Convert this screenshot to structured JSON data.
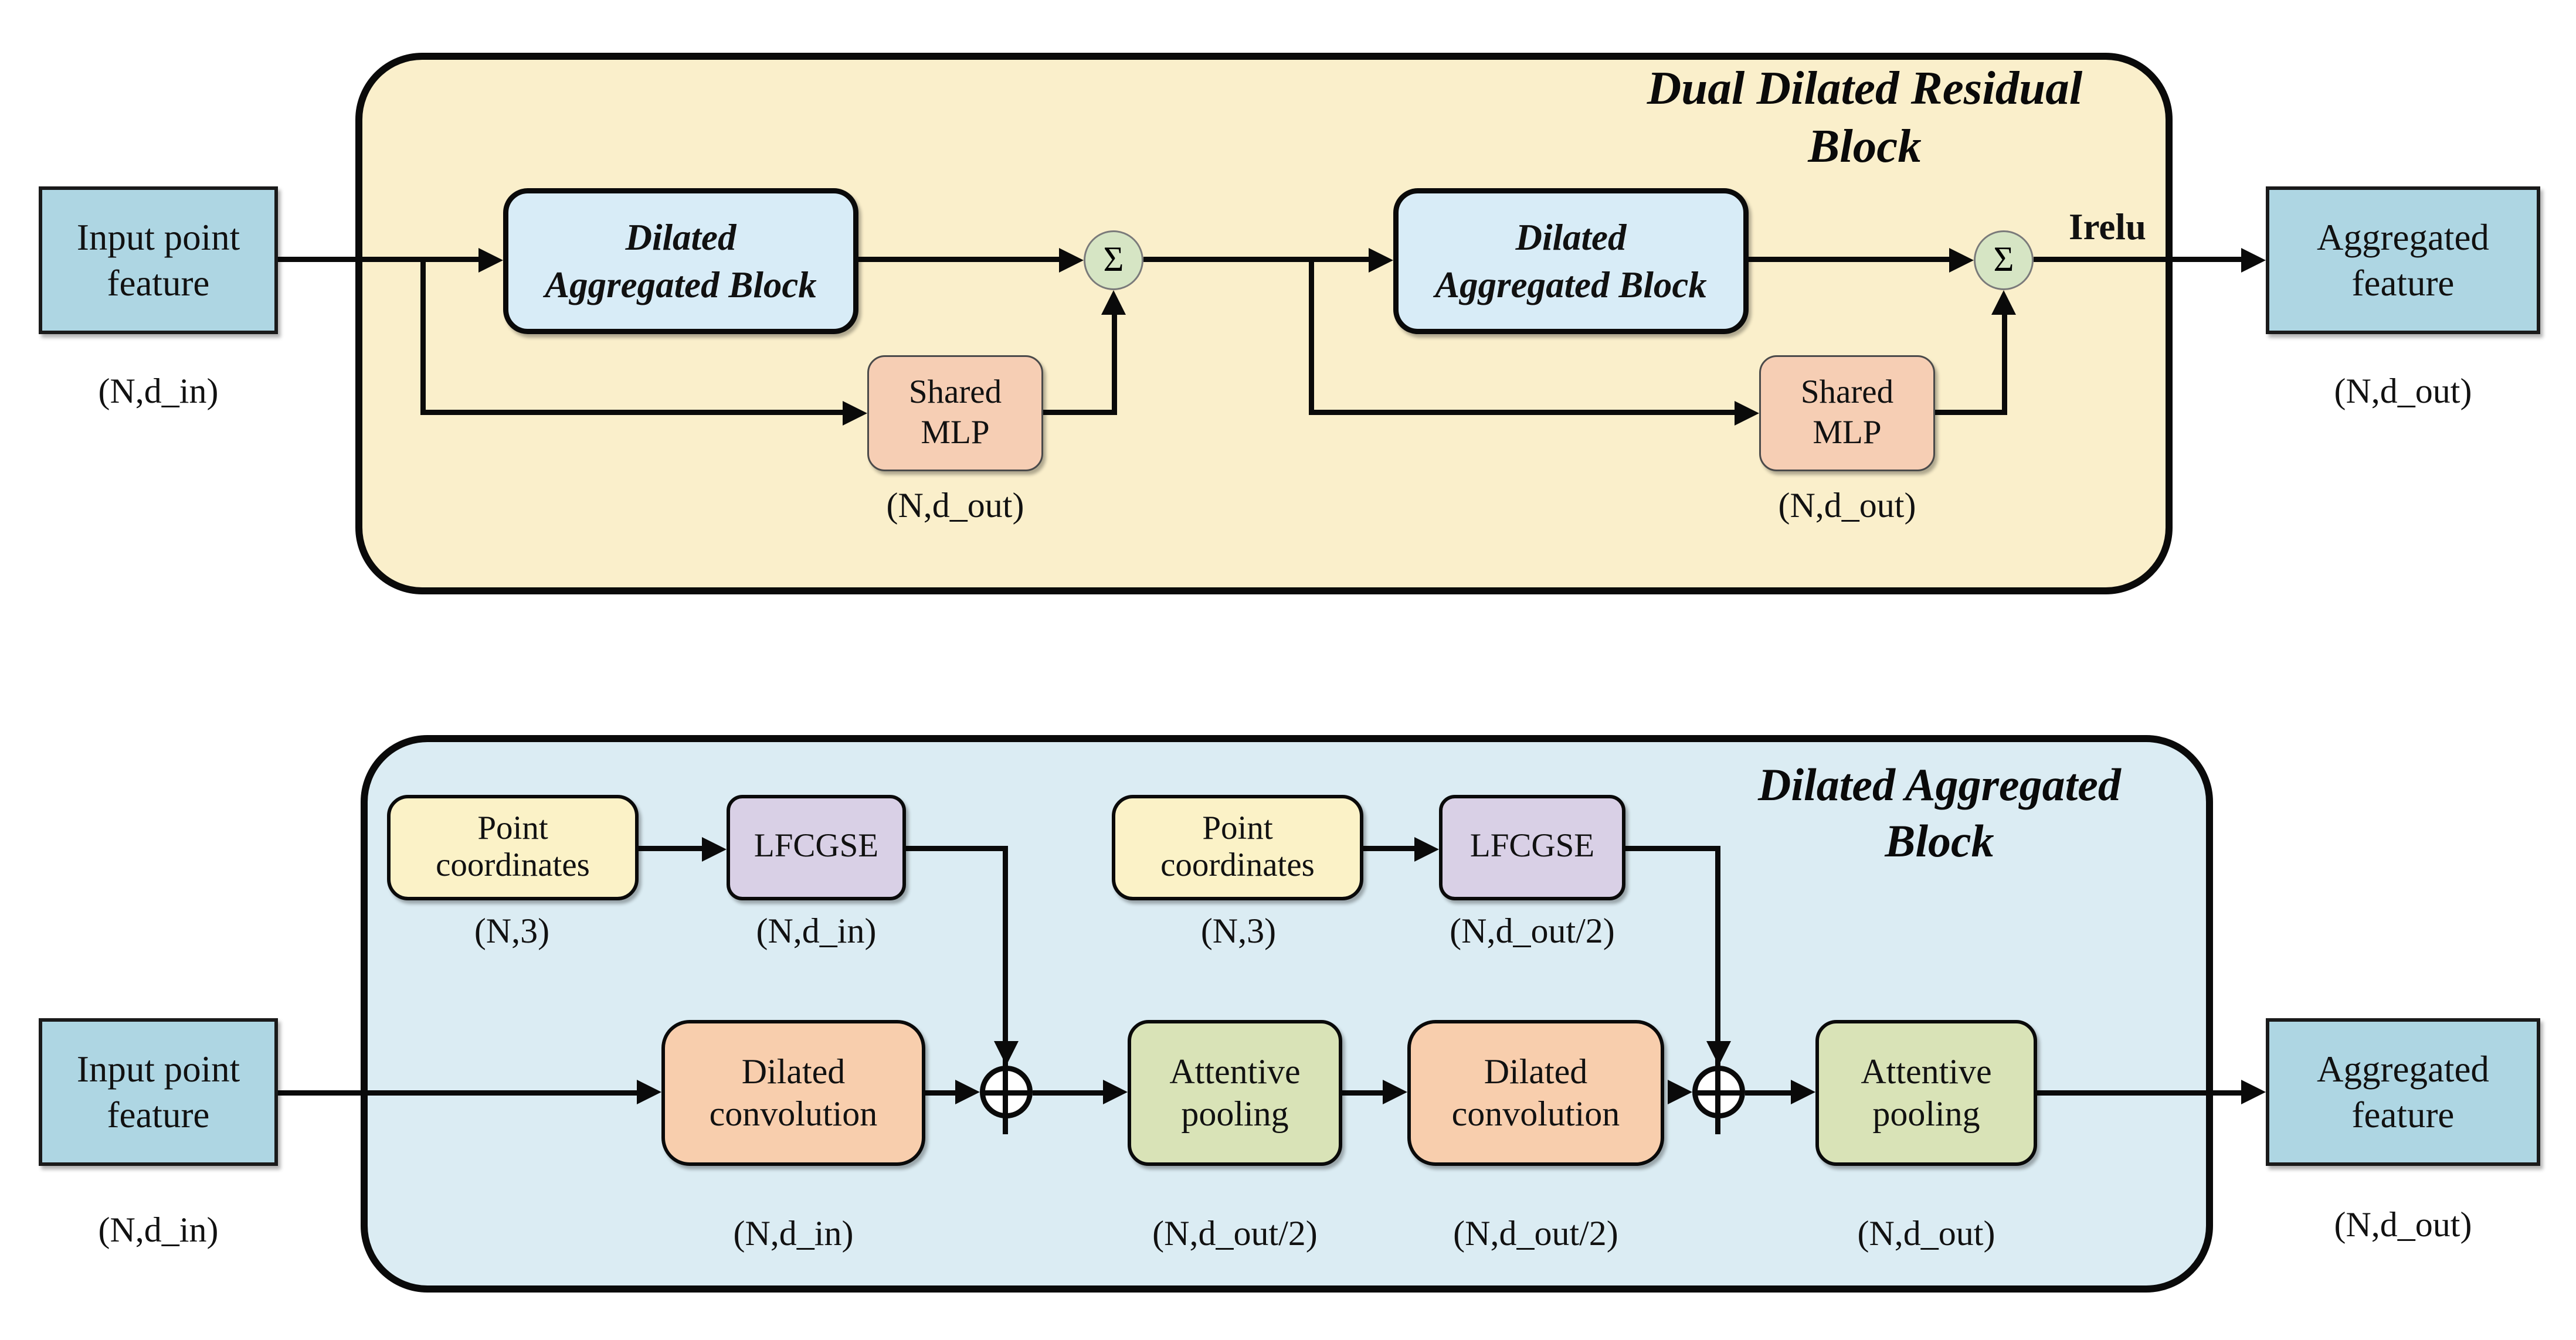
{
  "figure": {
    "kind": "neural-network architecture diagram",
    "sections": [
      "Dual Dilated Residual Block",
      "Dilated Aggregated Block"
    ]
  },
  "colors": {
    "page_background": "#FFFFFF",
    "top_container_fill": "#FAEFCB",
    "bottom_container_fill": "#DBECF3",
    "io_box_fill": "#AED6E3",
    "dab_box_fill": "#D8ECF7",
    "shared_mlp_fill": "#F6CEB4",
    "sum_circle_fill": "#D6E5C4",
    "point_coords_fill": "#FBF2C7",
    "lfcgse_fill": "#D9D0E6",
    "dilated_conv_fill": "#F8CEAD",
    "attentive_pool_fill": "#D9E3B7",
    "line_color": "#0A0A0A"
  },
  "icons": {
    "sum_junction": "sigma-circle-icon",
    "add_junction": "circle-plus-icon",
    "arrows": "black solid arrowheads"
  },
  "top": {
    "title_line1": "Dual Dilated Residual",
    "title_line2": "Block",
    "input": {
      "line1": "Input point",
      "line2": "feature",
      "dim": "(N,d_in)"
    },
    "output": {
      "line1": "Aggregated",
      "line2": "feature",
      "dim": "(N,d_out)"
    },
    "irelu_label": "Irelu",
    "units": [
      {
        "dab_line1": "Dilated",
        "dab_line2": "Aggregated Block",
        "sum_symbol": "Σ",
        "mlp_line1": "Shared",
        "mlp_line2": "MLP",
        "mlp_dim": "(N,d_out)"
      },
      {
        "dab_line1": "Dilated",
        "dab_line2": "Aggregated Block",
        "sum_symbol": "Σ",
        "mlp_line1": "Shared",
        "mlp_line2": "MLP",
        "mlp_dim": "(N,d_out)"
      }
    ]
  },
  "bottom": {
    "title_line1": "Dilated Aggregated",
    "title_line2": "Block",
    "input": {
      "line1": "Input point",
      "line2": "feature",
      "dim": "(N,d_in)"
    },
    "output": {
      "line1": "Aggregated",
      "line2": "feature",
      "dim": "(N,d_out)"
    },
    "coord_units": [
      {
        "pc_line1": "Point",
        "pc_line2": "coordinates",
        "pc_dim": "(N,3)",
        "lfcgse_label": "LFCGSE",
        "lfcgse_dim": "(N,d_in)"
      },
      {
        "pc_line1": "Point",
        "pc_line2": "coordinates",
        "pc_dim": "(N,3)",
        "lfcgse_label": "LFCGSE",
        "lfcgse_dim": "(N,d_out/2)"
      }
    ],
    "flow_units": [
      {
        "dc_line1": "Dilated",
        "dc_line2": "convolution",
        "dc_dim": "(N,d_in)",
        "ap_line1": "Attentive",
        "ap_line2": "pooling",
        "ap_dim": "(N,d_out/2)"
      },
      {
        "dc_line1": "Dilated",
        "dc_line2": "convolution",
        "dc_dim": "(N,d_out/2)",
        "ap_line1": "Attentive",
        "ap_line2": "pooling",
        "ap_dim": "(N,d_out)"
      }
    ]
  }
}
